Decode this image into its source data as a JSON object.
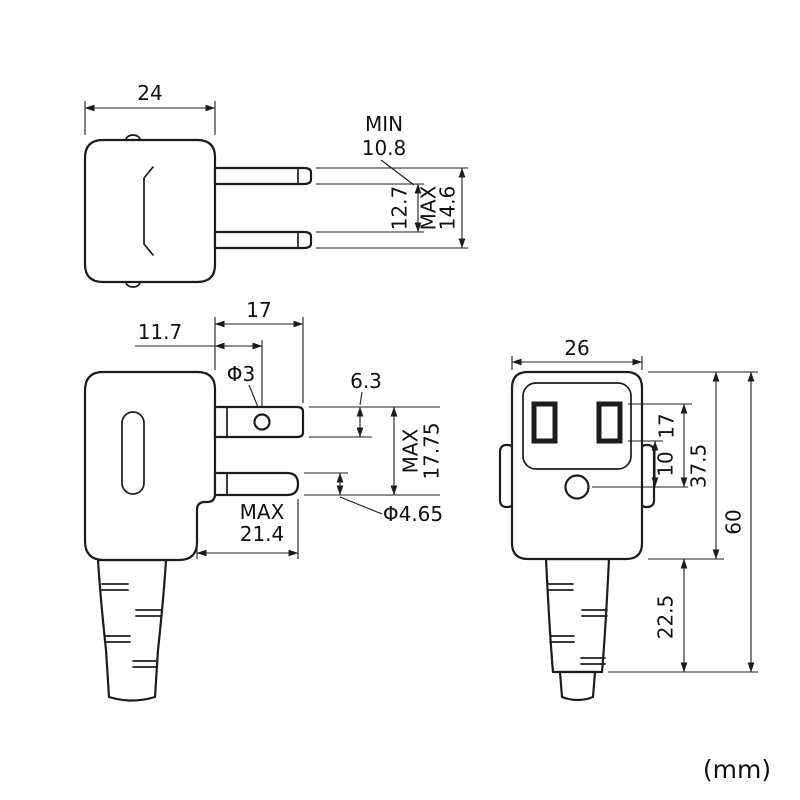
{
  "unit_label": "(mm)",
  "top_view": {
    "body_width": "24",
    "pin_gap_min_label": "MIN",
    "pin_gap_min": "10.8",
    "pin_pitch": "12.7",
    "pin_span_max_label": "MAX",
    "pin_span_max": "14.6"
  },
  "side_view": {
    "blade_length": "17",
    "hole_offset": "11.7",
    "hole_diameter": "Φ3",
    "blade_width": "6.3",
    "span_max_label": "MAX",
    "span_max": "17.75",
    "depth_max_label": "MAX",
    "depth_max": "21.4",
    "pin_diameter": "Φ4.65"
  },
  "front_view": {
    "body_width": "26",
    "slot_top_to_hole": "17",
    "slot_bottom_to_hole": "10",
    "body_length": "37.5",
    "boot_length": "22.5",
    "total_length": "60"
  }
}
